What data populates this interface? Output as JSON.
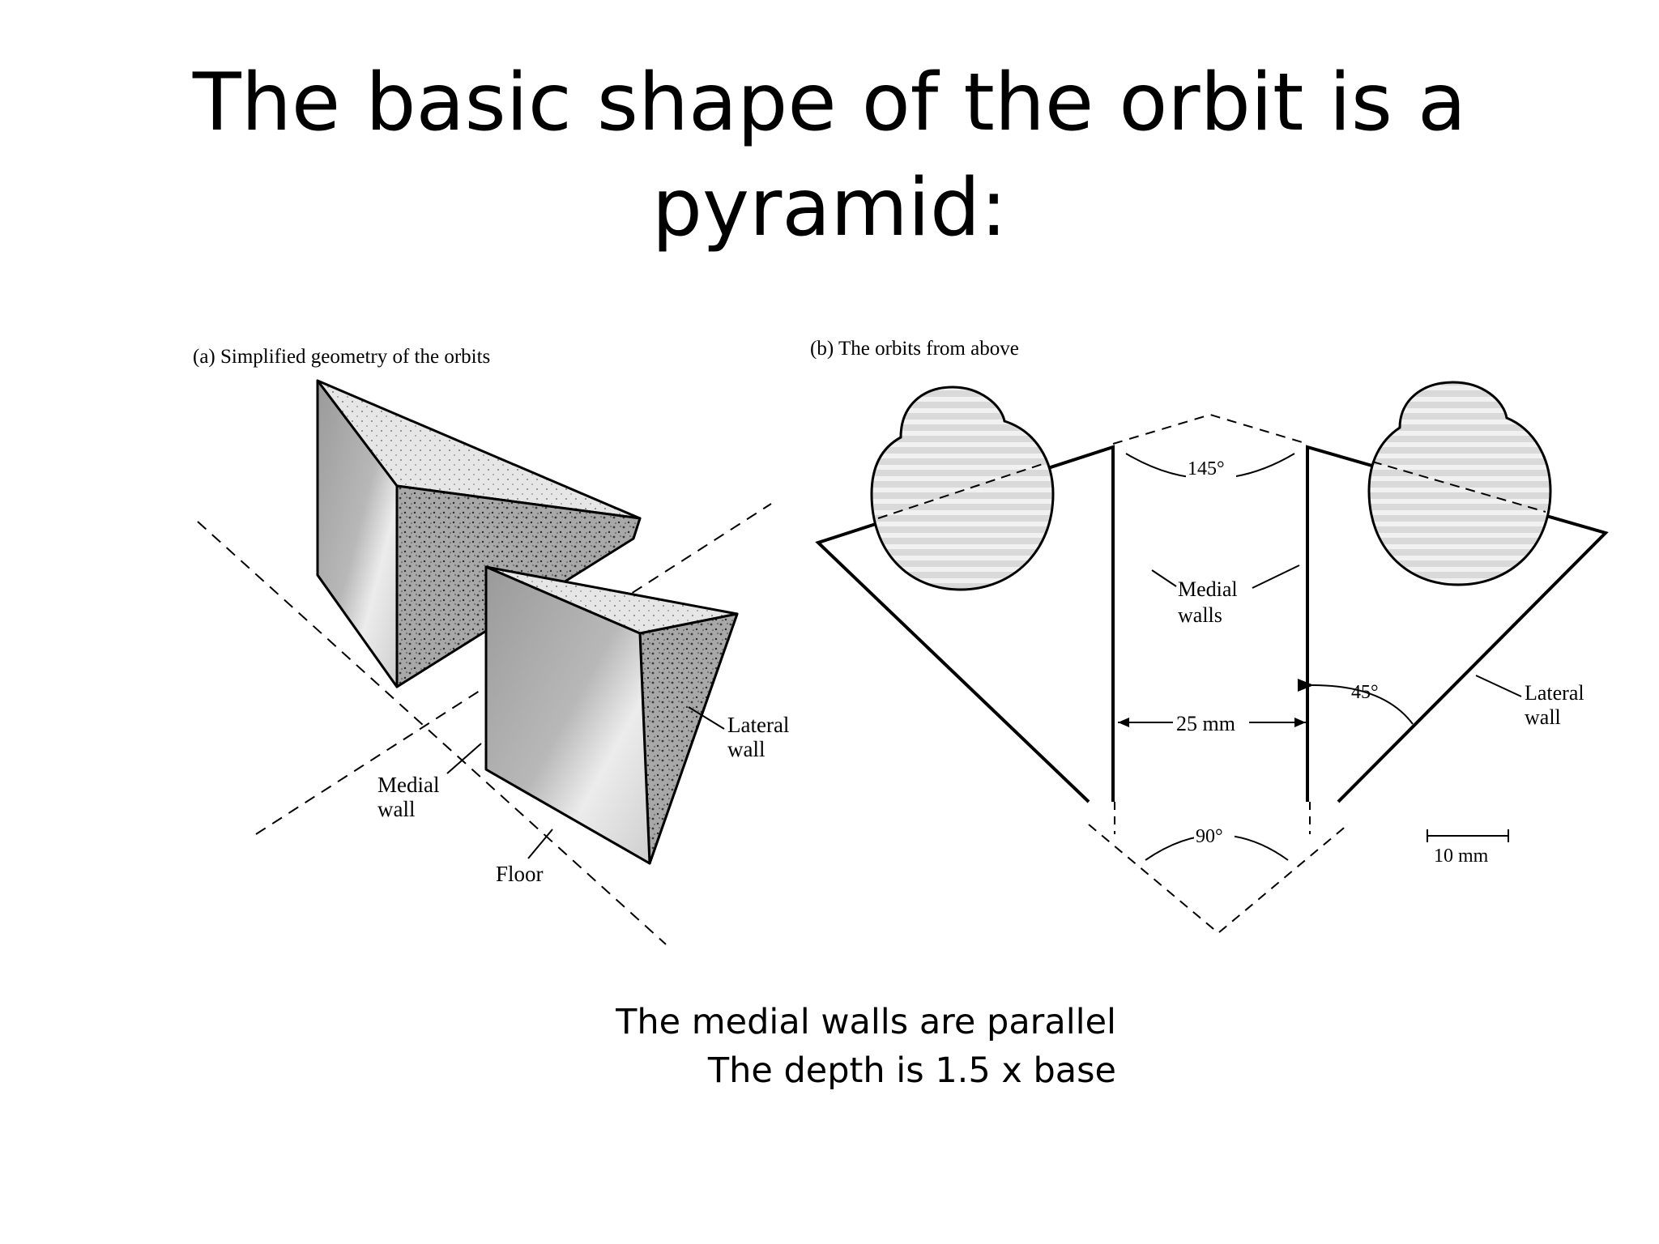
{
  "title": {
    "line1": "The basic shape of the orbit is a",
    "line2": "pyramid:"
  },
  "panel_a": {
    "caption": "(a) Simplified geometry of the orbits",
    "labels": {
      "lateral_wall_1": "Lateral",
      "lateral_wall_2": "wall",
      "medial_wall_1": "Medial",
      "medial_wall_2": "wall",
      "floor": "Floor"
    }
  },
  "panel_b": {
    "caption": "(b) The orbits from above",
    "labels": {
      "angle_top": "145°",
      "medial_walls_1": "Medial",
      "medial_walls_2": "walls",
      "angle_lateral": "45°",
      "lateral_wall_1": "Lateral",
      "lateral_wall_2": "wall",
      "width": "25 mm",
      "angle_bottom": "90°",
      "scale": "10 mm"
    }
  },
  "notes": {
    "line1": "The medial walls are parallel",
    "line2": "The depth is 1.5 x base"
  }
}
